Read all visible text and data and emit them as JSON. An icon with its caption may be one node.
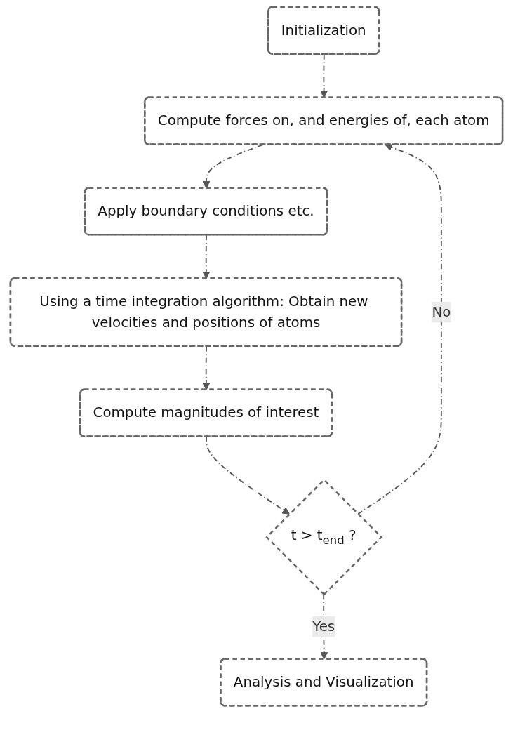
{
  "diagram": {
    "nodes": [
      {
        "text": [
          "Initialization"
        ]
      },
      {
        "text": [
          "Compute forces on, and energies of, each atom"
        ]
      },
      {
        "text": [
          "Apply boundary conditions etc."
        ]
      },
      {
        "text": [
          "Using a time integration algorithm: Obtain new velocities and positions of atoms"
        ]
      },
      {
        "text": [
          "Compute magnitudes of interest"
        ]
      },
      {
        "text": [
          "t > t$_{end}$ ?"
        ]
      },
      {
        "text": [
          "Analysis and Visualization"
        ]
      }
    ],
    "edges": [
      {
        "from": 0,
        "to": 1,
        "arrow": "to",
        "style": "dashed"
      },
      {
        "from": 1,
        "to": 2,
        "arrow": "to",
        "style": "dashed"
      },
      {
        "from": 2,
        "to": 3,
        "arrow": "to",
        "style": "dashed"
      },
      {
        "from": 3,
        "to": 4,
        "arrow": "to",
        "style": "dashed"
      },
      {
        "from": 4,
        "to": 5,
        "arrow": "to",
        "style": "dashed"
      },
      {
        "from": 5,
        "to": 1,
        "arrow": "to",
        "style": "dashed",
        "label": "No"
      },
      {
        "from": 5,
        "to": 6,
        "arrow": "to",
        "style": "dashed",
        "label": "Yes"
      }
    ]
  }
}
